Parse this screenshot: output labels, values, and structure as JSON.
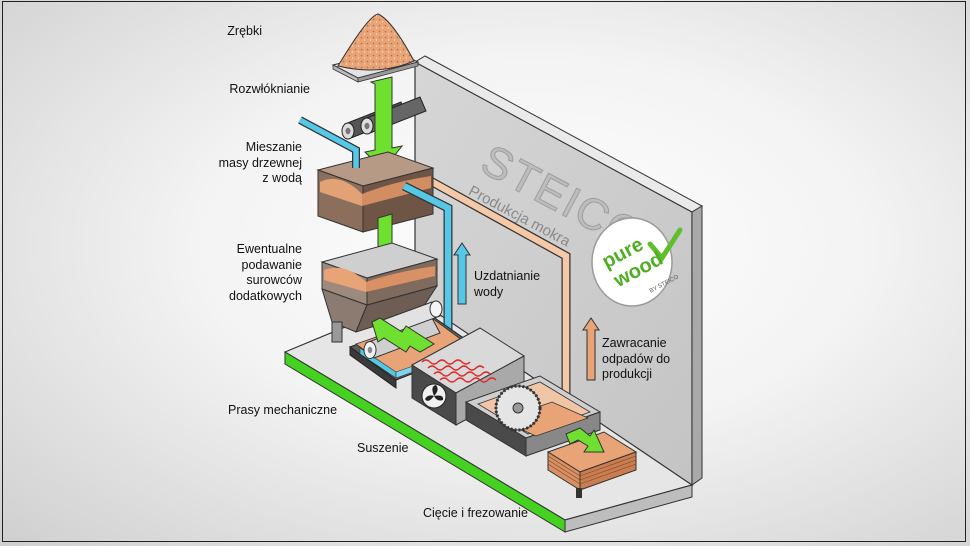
{
  "labels": {
    "zrebki": "Zrębki",
    "rozwloknianie": "Rozwłóknianie",
    "mieszanie": "Mieszanie\nmasy drzewnej\nz wodą",
    "ewentualne": "Ewentualne\npodawanie\nsurowców\ndodatkowych",
    "prasy": "Prasy mechaniczne",
    "suszenie": "Suszenie",
    "ciecie": "Cięcie i frezowanie",
    "uzdatnianie": "Uzdatnianie\nwody",
    "zawracanie": "Zawracanie\nodpadów do\nprodukcji"
  },
  "wall": {
    "brand": "STEICO",
    "subtitle": "Produkcja mokra"
  },
  "logo": {
    "line1": "pure",
    "line2": "wood",
    "byline": "BY STEICO"
  },
  "colors": {
    "arrow_green": "#6fe02f",
    "floor_edge": "#3ecc1c",
    "water_blue": "#55c8e8",
    "return_pipe": "#f5c9a8",
    "wood": "#e8a377"
  }
}
